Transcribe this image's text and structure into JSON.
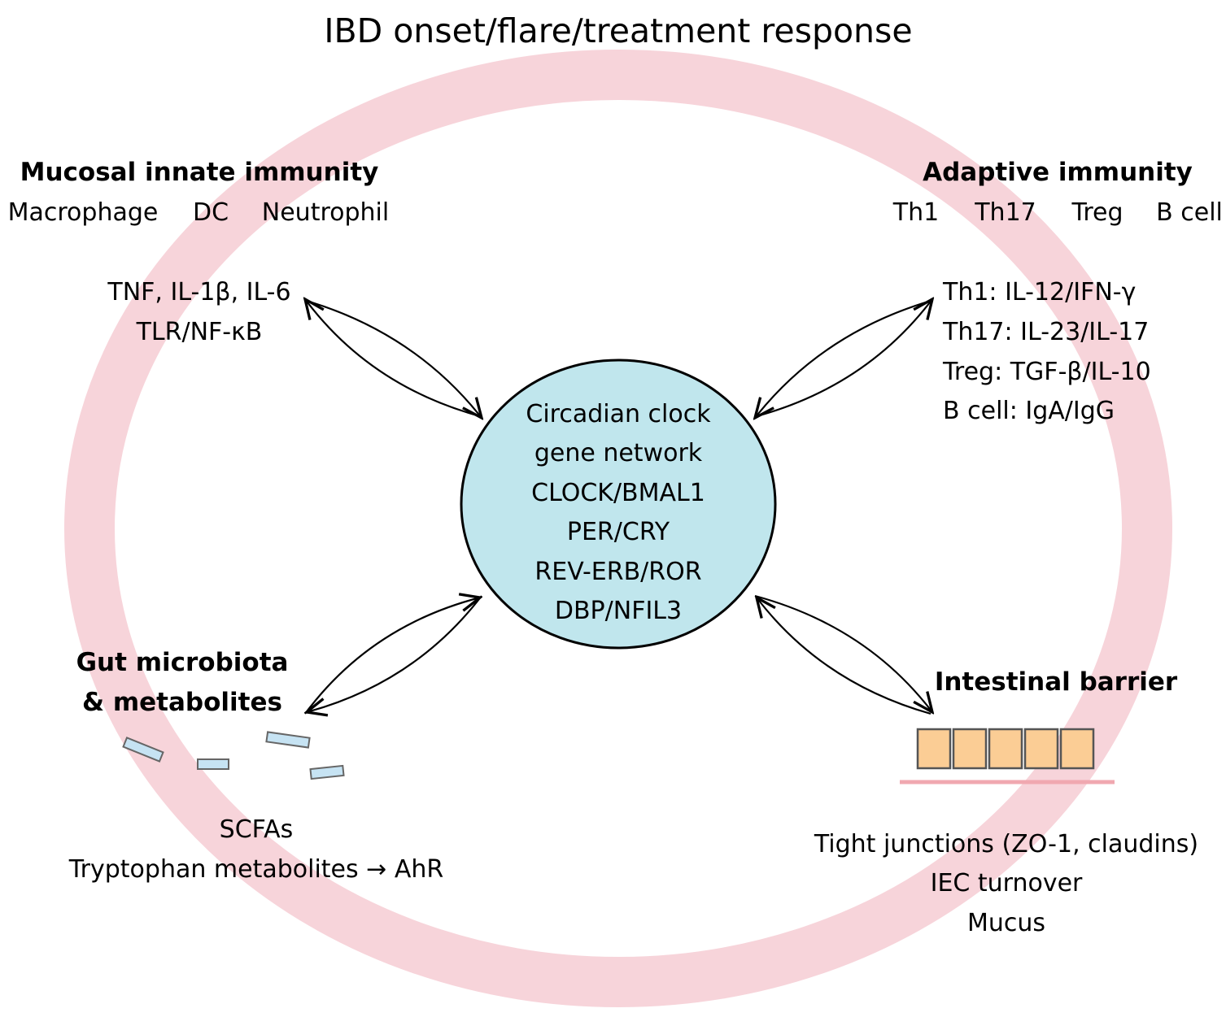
{
  "title": "IBD onset/flare/treatment response",
  "center": {
    "lines": [
      "Circadian clock",
      "gene network",
      "CLOCK/BMAL1",
      "PER/CRY",
      "REV-ERB/ROR",
      "DBP/NFIL3"
    ]
  },
  "innate": {
    "heading": "Mucosal innate immunity",
    "cells": [
      "Macrophage",
      "DC",
      "Neutrophil"
    ],
    "mediators": [
      "TNF, IL-1β, IL-6",
      "TLR/NF-κB"
    ]
  },
  "adaptive": {
    "heading": "Adaptive immunity",
    "cells": [
      "Th1",
      "Th17",
      "Treg",
      "B cell"
    ],
    "details": [
      "Th1: IL-12/IFN-γ",
      "Th17: IL-23/IL-17",
      "Treg: TGF-β/IL-10",
      "B cell: IgA/IgG"
    ]
  },
  "microbiota": {
    "heading": [
      "Gut microbiota",
      "& metabolites"
    ],
    "details": [
      "SCFAs",
      "Tryptophan metabolites → AhR"
    ]
  },
  "barrier": {
    "heading": "Intestinal barrier",
    "details": [
      "Tight junctions (ZO-1, claudins)",
      "IEC turnover",
      "Mucus"
    ]
  },
  "colors": {
    "ring": "#f7d4da",
    "center_fill": "#c0e6ed",
    "cell_fill": "#fbcd95",
    "bacteria_fill": "#c6e3f3",
    "membrane": "#f0a8b0"
  }
}
